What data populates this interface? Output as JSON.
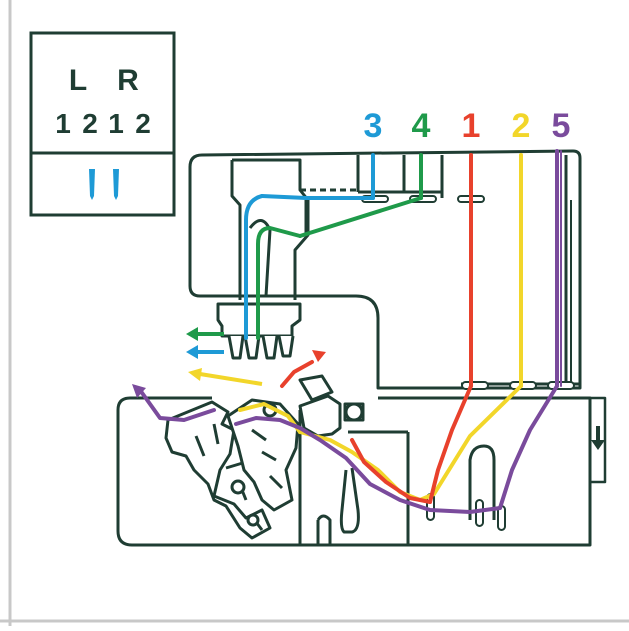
{
  "needle_box": {
    "left_label": "L",
    "right_label": "R",
    "numbers": [
      "1",
      "2",
      "1",
      "2"
    ]
  },
  "thread_labels": [
    {
      "text": "3",
      "color": "#1e9ad6"
    },
    {
      "text": "4",
      "color": "#1f9a4a"
    },
    {
      "text": "1",
      "color": "#e8412c"
    },
    {
      "text": "2",
      "color": "#f2d62a"
    },
    {
      "text": "5",
      "color": "#7a4b9c"
    }
  ],
  "colors": {
    "outline": "#1f3d33",
    "blue": "#1e9ad6",
    "green": "#1f9a4a",
    "red": "#e8412c",
    "yellow": "#f2d62a",
    "purple": "#7a4b9c",
    "border_gray": "#c8c8c8"
  },
  "icons": {
    "needles": "twin-needle-icon",
    "arrow": "down-arrow-icon"
  }
}
